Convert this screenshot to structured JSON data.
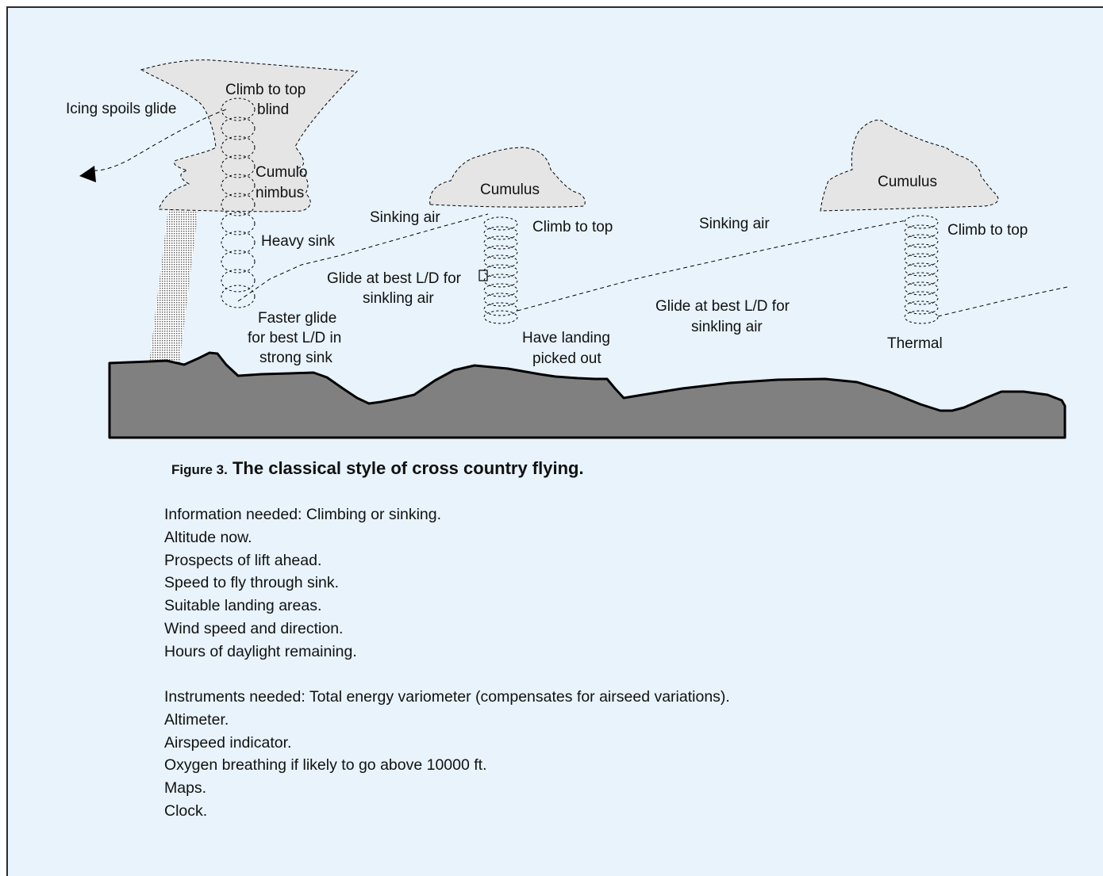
{
  "diagram": {
    "labels": {
      "icing": "Icing spoils glide",
      "climb_blind_1": "Climb to top",
      "climb_blind_2": "blind",
      "cb_1": "Cumulo",
      "cb_2": "nimbus",
      "heavy_sink": "Heavy sink",
      "sinking_air_1": "Sinking air",
      "cumulus_1": "Cumulus",
      "climb_top_1": "Climb to top",
      "glide_1a": "Glide at best L/D for",
      "glide_1b": "sinkling air",
      "faster_1": "Faster glide",
      "faster_2": "for best L/D in",
      "faster_3": "strong sink",
      "landing_1": "Have landing",
      "landing_2": "picked out",
      "sinking_air_2": "Sinking air",
      "glide_2a": "Glide at best L/D for",
      "glide_2b": "sinkling air",
      "cumulus_2": "Cumulus",
      "climb_top_2": "Climb to top",
      "thermal": "Thermal"
    },
    "colors": {
      "background": "#e8f3fb",
      "cloud_fill": "#e5e5e5",
      "ground_fill": "#808080",
      "outline": "#000000"
    }
  },
  "caption": {
    "number": "Figure 3.",
    "title": "The classical style of cross country flying."
  },
  "info": [
    "Information needed: Climbing or sinking.",
    "Altitude now.",
    "Prospects of lift ahead.",
    "Speed to fly through sink.",
    "Suitable landing areas.",
    "Wind speed and direction.",
    "Hours of daylight remaining."
  ],
  "instruments": [
    "Instruments needed: Total energy variometer (compensates for airseed variations).",
    "Altimeter.",
    "Airspeed indicator.",
    "Oxygen breathing if likely to go above 10000 ft.",
    "Maps.",
    "Clock."
  ]
}
